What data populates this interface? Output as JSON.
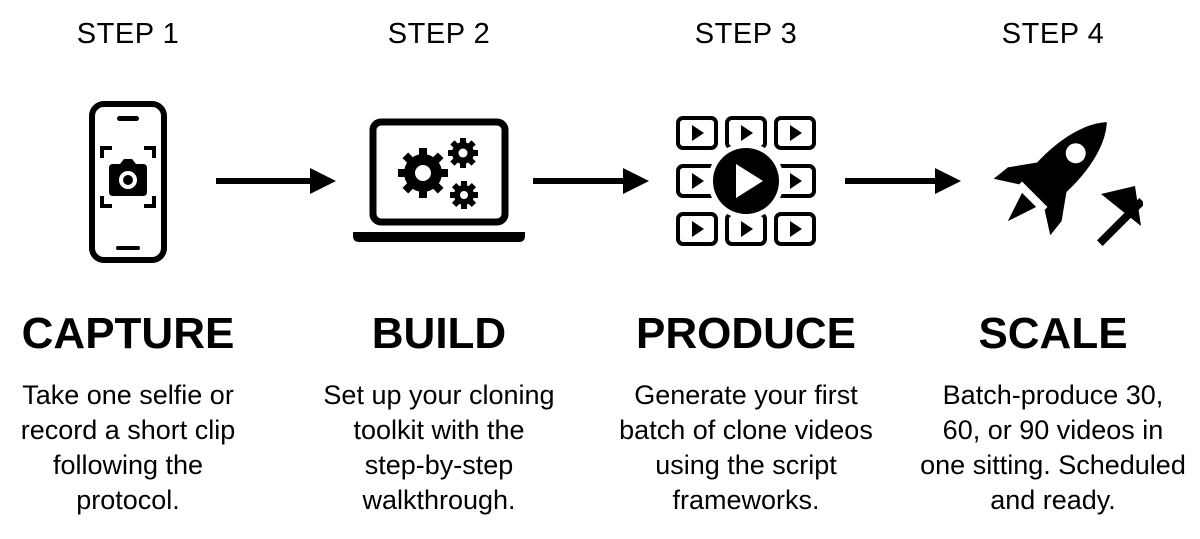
{
  "steps": [
    {
      "label": "STEP 1",
      "title": "CAPTURE",
      "icon": "phone-camera-icon",
      "desc_lines": [
        "Take one selfie or",
        "record a short clip",
        "following the",
        "protocol."
      ]
    },
    {
      "label": "STEP 2",
      "title": "BUILD",
      "icon": "laptop-gears-icon",
      "desc_lines": [
        "Set up your cloning",
        "toolkit with the",
        "step-by-step",
        "walkthrough."
      ]
    },
    {
      "label": "STEP 3",
      "title": "PRODUCE",
      "icon": "video-grid-play-icon",
      "desc_lines": [
        "Generate your first",
        "batch of clone videos",
        "using the script",
        "frameworks."
      ]
    },
    {
      "label": "STEP 4",
      "title": "SCALE",
      "icon": "rocket-growth-icon",
      "desc_lines": [
        "Batch-produce 30,",
        "60, or 90 videos in",
        "one sitting. Scheduled",
        "and ready."
      ]
    }
  ],
  "arrows": [
    "arrow-right-icon",
    "arrow-right-icon",
    "arrow-right-icon"
  ],
  "colors": {
    "ink": "#000000",
    "background": "#ffffff"
  }
}
